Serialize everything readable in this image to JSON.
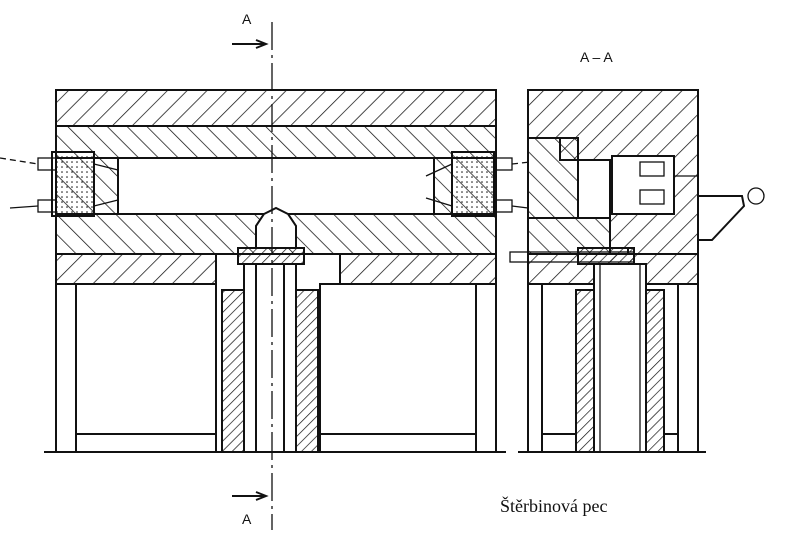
{
  "labels": {
    "section_top": "A",
    "section_bottom": "A",
    "section_view": "A – A",
    "caption": "Štěrbinová pec"
  }
}
